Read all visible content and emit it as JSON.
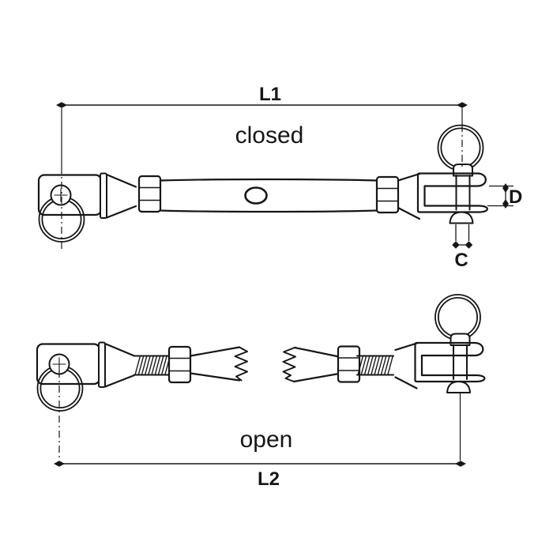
{
  "diagram": {
    "background_color": "#ffffff",
    "line_color": "#161616",
    "closed_view": {
      "state_label": "closed",
      "length_dimension_label": "L1"
    },
    "open_view": {
      "state_label": "open",
      "length_dimension_label": "L2"
    },
    "jaw_width_dimension_label": "D",
    "pin_diameter_dimension_label": "C"
  }
}
